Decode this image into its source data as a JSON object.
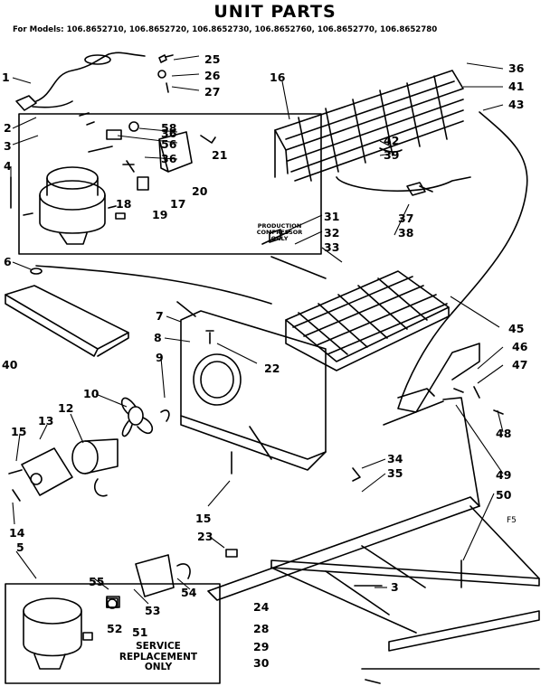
{
  "title": "UNIT PARTS",
  "models_line": "For Models: 106.8652710, 106.8652720, 106.8652730, 106.8652760, 106.8652770, 106.8652780",
  "production_box_label": [
    "PRODUCTION",
    "COMPRESSOR",
    "ONLY"
  ],
  "service_box_label": [
    "SERVICE",
    "REPLACEMENT",
    "ONLY"
  ],
  "corner_tag": "F5",
  "callouts": [
    "1",
    "2",
    "3",
    "4",
    "5",
    "6",
    "7",
    "8",
    "9",
    "10",
    "12",
    "13",
    "14",
    "15",
    "15",
    "16",
    "17",
    "18",
    "19",
    "20",
    "21",
    "22",
    "23",
    "24",
    "25",
    "26",
    "27",
    "28",
    "29",
    "30",
    "31",
    "32",
    "33",
    "34",
    "35",
    "36",
    "36",
    "36",
    "37",
    "38",
    "39",
    "40",
    "41",
    "42",
    "43",
    "45",
    "46",
    "47",
    "48",
    "49",
    "50",
    "51",
    "52",
    "53",
    "54",
    "55",
    "56",
    "58",
    "3"
  ]
}
